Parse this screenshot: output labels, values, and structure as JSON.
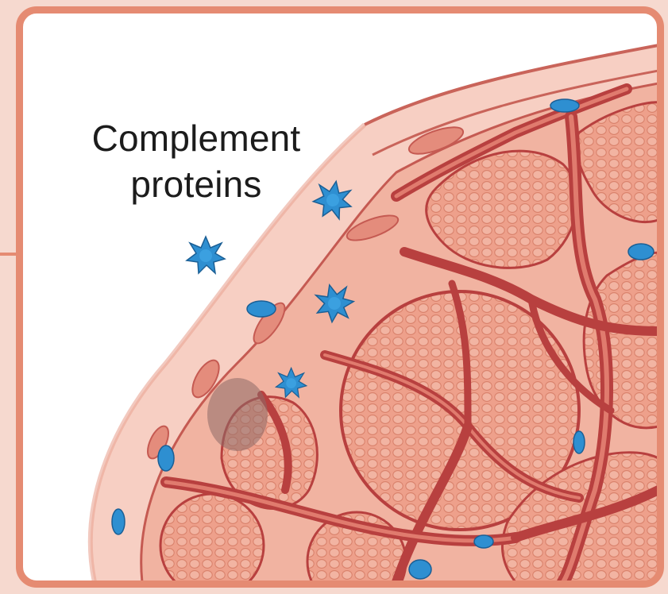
{
  "label": {
    "line1": "Complement",
    "line2": "proteins"
  },
  "colors": {
    "frame": "#e58b72",
    "tissue": "#f4c2b3",
    "fascicle": "#eb9e89",
    "vessel": "#b8403f",
    "protein": "#2e8fd1",
    "background": "#ffffff"
  },
  "icons": [
    "complement-protein-icon",
    "immune-cell-icon",
    "blood-vessel",
    "muscle-fascicle"
  ]
}
